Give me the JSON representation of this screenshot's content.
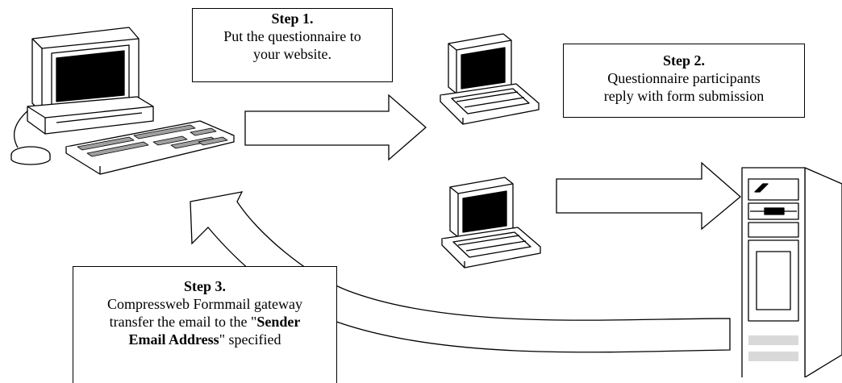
{
  "diagram": {
    "step1": {
      "title": "Step 1.",
      "line1": "Put the questionnaire to",
      "line2": "your website."
    },
    "step2": {
      "title": "Step 2.",
      "line1": "Questionnaire participants",
      "line2": "reply with form submission"
    },
    "step3": {
      "title": "Step 3.",
      "line1": "Compressweb Formmail gateway",
      "line2_pre": "transfer the email to the \"",
      "line2_bold": "Sender",
      "line3_bold": "Email Address",
      "line3_post": "\" specified"
    },
    "icons": [
      "desktop-computer-icon",
      "laptop-icon",
      "laptop-icon",
      "server-tower-icon",
      "arrow-right-icon",
      "curved-arrow-icon"
    ],
    "colors": {
      "stroke": "#000000",
      "screen": "#000000",
      "key_shade": "#a0a0a0",
      "slot_shade": "#d9d9d9",
      "fill": "#ffffff"
    }
  }
}
